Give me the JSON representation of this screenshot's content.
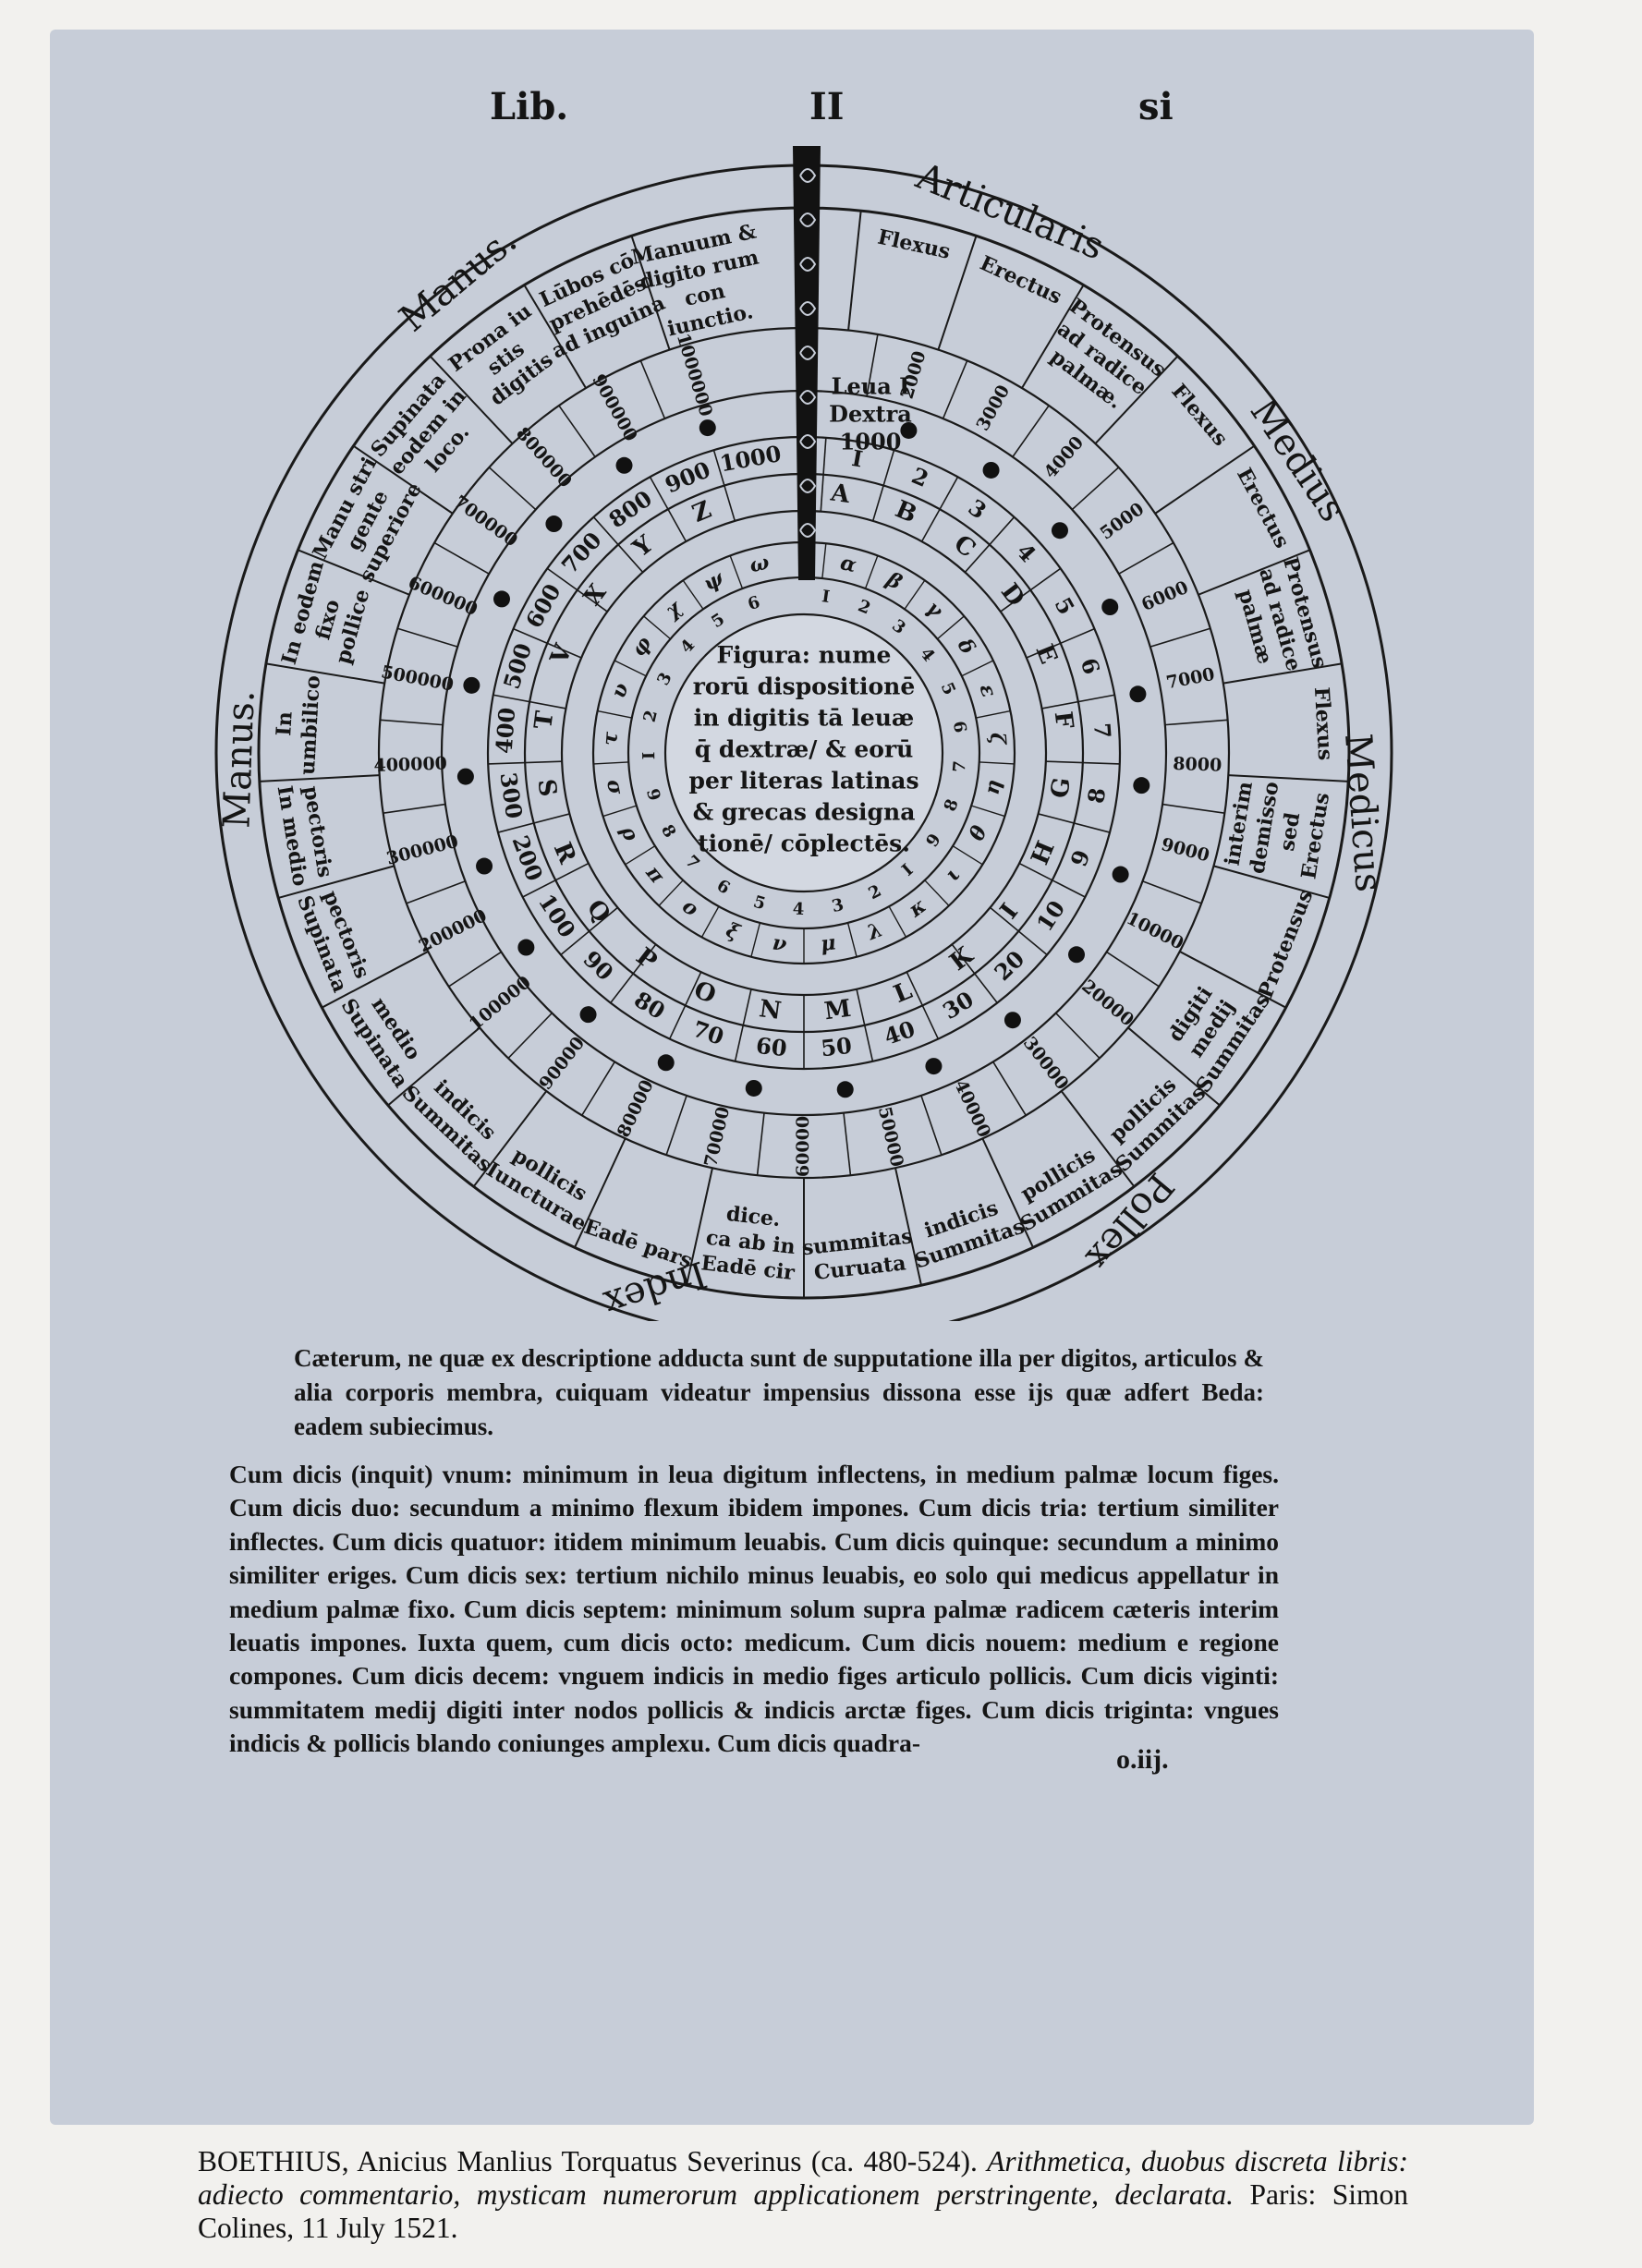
{
  "running_head": {
    "left": "Lib.",
    "center": "II",
    "right": "si"
  },
  "diagram": {
    "corner_labels": {
      "manus_upper": "Manus.",
      "manus_left": "Manus.",
      "articularis": "Articularis",
      "medius_upper": "Medius",
      "medicus": "Medicus",
      "pollex": "Pollex",
      "index": "Index"
    },
    "outer_cells": [
      "Flexus",
      "Erectus",
      "Protensus ad radice palmæ.",
      "Flexus",
      "Erectus",
      "Protensus ad radice palmæ",
      "Flexus",
      "Erectus sed demisso interim medico",
      "Protensus",
      "Summitas medij digiti",
      "Summitas pollicis",
      "Summitas pollicis",
      "Summitas indicis",
      "Curuata summitas",
      "Eadē cir ca ab in dice.",
      "Eadē pars ",
      "Iuncturae pollicis",
      "Summitas indicis",
      "Supinata medio",
      "Supinata pectoris",
      "In medio pectoris",
      "In umbilico",
      "In eodem fixo pollice",
      "Manu stri gente superiore",
      "Supinata eodem in loco.",
      "Prona iu stis digitis",
      "Lūbos cō prehēdēs ad inguina",
      "Manuum & digito rum con iunctio."
    ],
    "center": {
      "lines": [
        "Figura: nume",
        "rorū dispositionē",
        "in digitis tā leuæ",
        "q̄ dextræ/ & eorū",
        "per literas latinas",
        "& grecas designa",
        "tionē/ cōplectēs."
      ]
    },
    "leua_dextra": [
      "Leua I",
      "Dextra",
      "1000"
    ],
    "ring_units": [
      "I",
      "2",
      "3",
      "4",
      "5",
      "6",
      "7",
      "8",
      "9",
      "10",
      "20",
      "30",
      "40",
      "50",
      "60",
      "70",
      "80",
      "90",
      "100",
      "200",
      "300",
      "400",
      "500",
      "600",
      "700",
      "800",
      "900",
      "1000"
    ],
    "ring_latin": [
      "A",
      "B",
      "C",
      "D",
      "E",
      "F",
      "G",
      "H",
      "I",
      "K",
      "L",
      "M",
      "N",
      "O",
      "P",
      "Q",
      "R",
      "S",
      "T",
      "V",
      "X",
      "Y",
      "Z"
    ],
    "ring_greek": [
      "α",
      "β",
      "γ",
      "δ",
      "ε",
      "ζ",
      "η",
      "θ",
      "ι",
      "κ",
      "λ",
      "μ",
      "ν",
      "ξ",
      "ο",
      "π",
      "ρ",
      "σ",
      "τ",
      "υ",
      "φ",
      "χ",
      "ψ",
      "ω"
    ],
    "ring_thousands": [
      "2000",
      "3000",
      "4000",
      "5000",
      "6000",
      "7000",
      "8000",
      "9000",
      "10000",
      "20000",
      "30000",
      "40000",
      "50000",
      "60000",
      "70000",
      "80000",
      "90000",
      "100000",
      "200000",
      "300000",
      "400000",
      "500000",
      "600000",
      "700000",
      "800000",
      "900000",
      "1000000"
    ]
  },
  "intro_paragraph": "Cæterum, ne quæ ex descriptione adducta sunt de supputatione illa per digitos, articulos & alia corporis membra, cuiquam videatur impensius dissona esse ijs quæ adfert Beda: eadem subiecimus.",
  "beda_paragraph": "Cum dicis (inquit) vnum: minimum in leua digitum inflectens, in medium palmæ locum figes. Cum dicis duo: secundum a minimo flexum ibidem impones. Cum dicis tria: tertium similiter inflectes. Cum dicis quatuor: itidem minimum leuabis. Cum dicis quinque: secundum a minimo similiter eriges. Cum dicis sex: tertium nichilo minus leuabis, eo solo qui medicus appellatur in medium palmæ fixo. Cum dicis septem: minimum solum supra palmæ radicem cæteris interim leuatis impones. Iuxta quem, cum dicis octo: medicum. Cum dicis nouem: medium e regione compones. Cum dicis decem: vnguem indicis in medio figes articulo pollicis. Cum dicis viginti: summitatem medij digiti inter nodos pollicis & indicis arctæ figes. Cum dicis triginta: vngues indicis & pollicis blando coniunges amplexu. Cum dicis quadra-",
  "signature": "o.iij.",
  "caption": {
    "author": "BOETHIUS, Anicius Manlius Torquatus Severinus (ca. 480-524).",
    "title": "Arithmetica, duobus discreta libris: adiecto commentario, mysticam numerorum applicationem perstringente, declarata.",
    "imprint": "Paris: Simon Colines, 11 July 1521."
  }
}
